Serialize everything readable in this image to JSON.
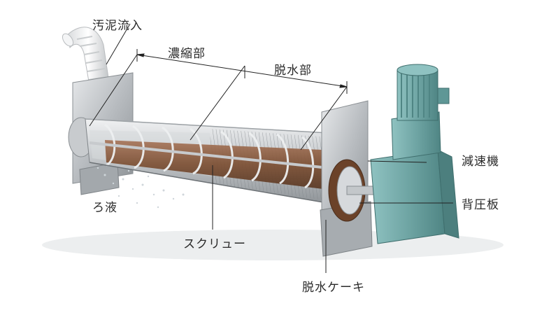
{
  "labels": {
    "sludge_inflow": "汚泥流入",
    "thickening_section": "濃縮部",
    "dewatering_section": "脱水部",
    "filtrate": "ろ液",
    "reducer": "減速機",
    "back_pressure_plate": "背圧板",
    "screw": "スクリュー",
    "dewatered_cake": "脱水ケーキ"
  },
  "colors": {
    "motor": "#6fa5a4",
    "frame": "#bfc3c6",
    "sludge": "#8a5a3a",
    "leader": "#222222"
  }
}
